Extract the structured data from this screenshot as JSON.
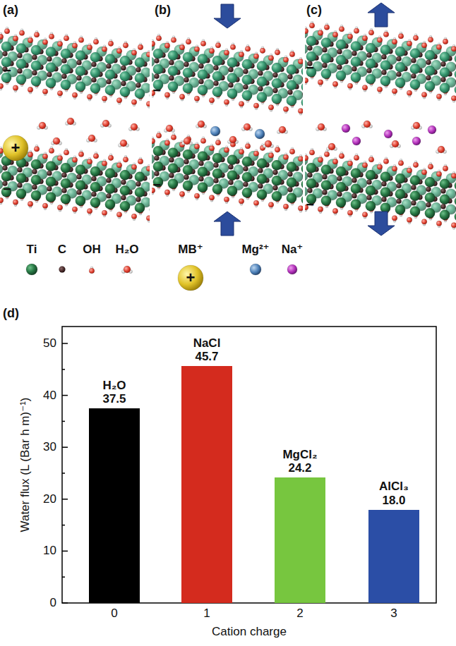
{
  "diagram": {
    "nodes": [
      {
        "text": [
          "H₂O",
          "37.5"
        ]
      },
      {
        "text": [
          "NaCl",
          "45.7"
        ]
      },
      {
        "text": [
          "MgCl₂",
          "24.2"
        ]
      },
      {
        "text": [
          "AlCl₃",
          "18.0"
        ]
      }
    ],
    "labels": [
      "(a)",
      "(b)",
      "(c)",
      "−",
      "+",
      "−",
      "−",
      "−",
      "−",
      "−",
      "+",
      "(d)",
      "0",
      "10",
      "20",
      "30",
      "40",
      "50",
      "0",
      "1",
      "2",
      "3",
      "Water flux (L (Bar h m)⁻¹)",
      "Cation charge"
    ],
    "legend": [
      {
        "text": "Ti"
      },
      {
        "text": "C"
      },
      {
        "text": "OH"
      },
      {
        "text": "H₂O"
      },
      {
        "text": "MB⁺"
      },
      {
        "text": "Mg²⁺"
      },
      {
        "text": "Na⁺"
      }
    ]
  }
}
